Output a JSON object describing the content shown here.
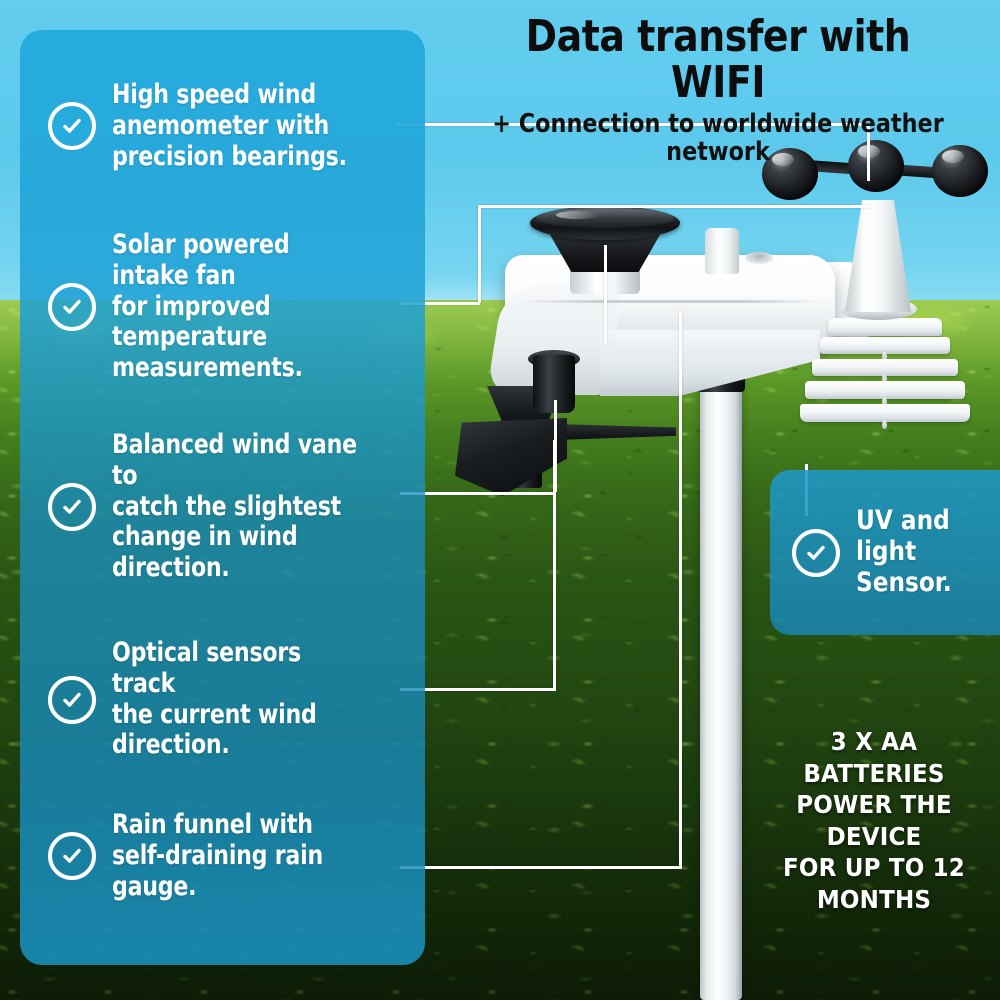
{
  "header": {
    "title": "Data transfer with WIFI",
    "subtitle": "+ Connection to worldwide weather network"
  },
  "features": [
    {
      "id": "anemometer",
      "icon": "check-circle-icon",
      "text": "High speed wind\nanemometer with\nprecision bearings."
    },
    {
      "id": "solar-fan",
      "icon": "check-circle-icon",
      "text": "Solar powered intake fan\nfor improved temperature\nmeasurements."
    },
    {
      "id": "wind-vane",
      "icon": "check-circle-icon",
      "text": "Balanced wind vane to\ncatch the slightest\nchange in wind direction."
    },
    {
      "id": "optical-sensors",
      "icon": "check-circle-icon",
      "text": "Optical sensors track\nthe current wind direction."
    },
    {
      "id": "rain-funnel",
      "icon": "check-circle-icon",
      "text": "Rain funnel with\nself-draining rain gauge."
    }
  ],
  "uv_callout": {
    "icon": "check-circle-icon",
    "text": "UV and\nlight\nSensor."
  },
  "battery_note": {
    "text": "3 X AA BATTERIES\nPOWER THE DEVICE\nFOR UP TO 12 MONTHS"
  },
  "device": {
    "name": "wireless-weather-station-sensor-array",
    "parts": [
      "anemometer-cups",
      "solar-intake-fan",
      "wind-vane",
      "radiation-shield",
      "rain-funnel",
      "mounting-pole"
    ]
  },
  "colors": {
    "sky": "#5cc9ec",
    "panel_blue": "#22a9dd",
    "accent_white": "#ffffff",
    "hedge_light": "#8fc53a",
    "hedge_dark": "#16300a",
    "title_text": "#0d0d0d"
  }
}
